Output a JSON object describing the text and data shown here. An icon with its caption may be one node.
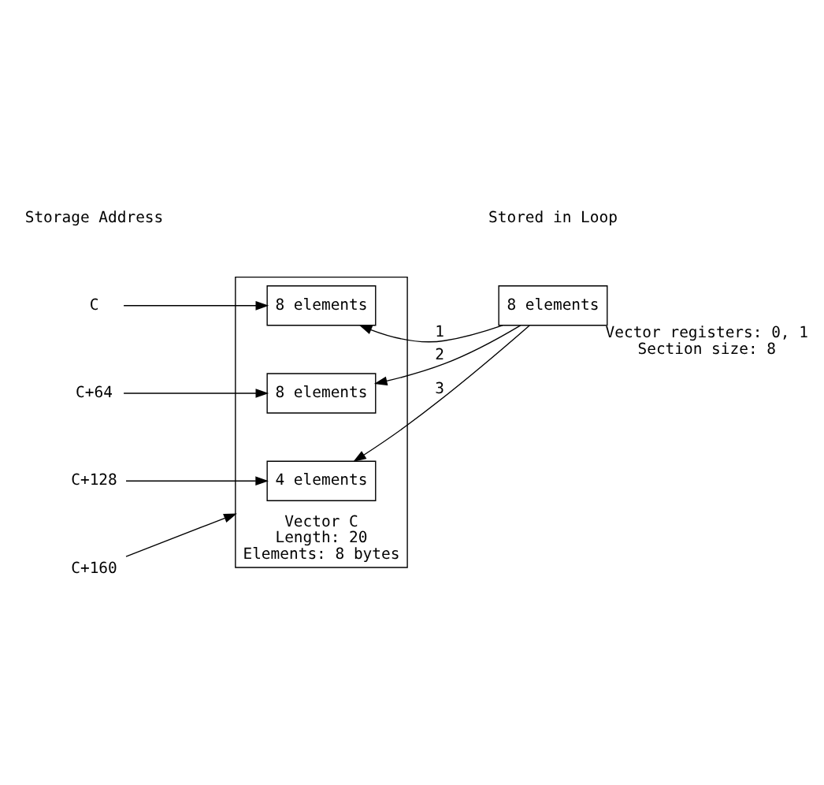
{
  "diagram": {
    "nodes": [
      {
        "text": [],
        "shape": "box",
        "beside": [
          "Vector C",
          "Length: 20",
          "Elements: 8 bytes"
        ]
      },
      {
        "text": [
          "8 elements"
        ],
        "in": 0
      },
      {
        "text": [
          "8 elements"
        ],
        "in": 0
      },
      {
        "text": [
          "4 elements"
        ],
        "in": 0
      },
      {
        "text": [
          "8 elements"
        ],
        "beside": [
          "Vector registers: 0, 1",
          "Section size: 8"
        ]
      },
      {
        "text": [
          "C"
        ]
      },
      {
        "text": [
          "C+64"
        ]
      },
      {
        "text": [
          "C+128"
        ]
      },
      {
        "text": [
          "C+160"
        ]
      }
    ],
    "edges": [
      {
        "from": 4,
        "to": 1,
        "arrow": "to",
        "label": "1"
      },
      {
        "from": 4,
        "to": 2,
        "arrow": "to",
        "label": "2"
      },
      {
        "from": 4,
        "to": 3,
        "arrow": "to",
        "label": "3"
      },
      {
        "from": 5,
        "to": 1,
        "arrow": "to"
      },
      {
        "from": 6,
        "to": 2,
        "arrow": "to"
      },
      {
        "from": 7,
        "to": 3,
        "arrow": "to"
      },
      {
        "from": 8,
        "to": 0,
        "arrow": "to"
      }
    ],
    "labels": [
      "Storage Address",
      "Stored in Loop"
    ]
  }
}
